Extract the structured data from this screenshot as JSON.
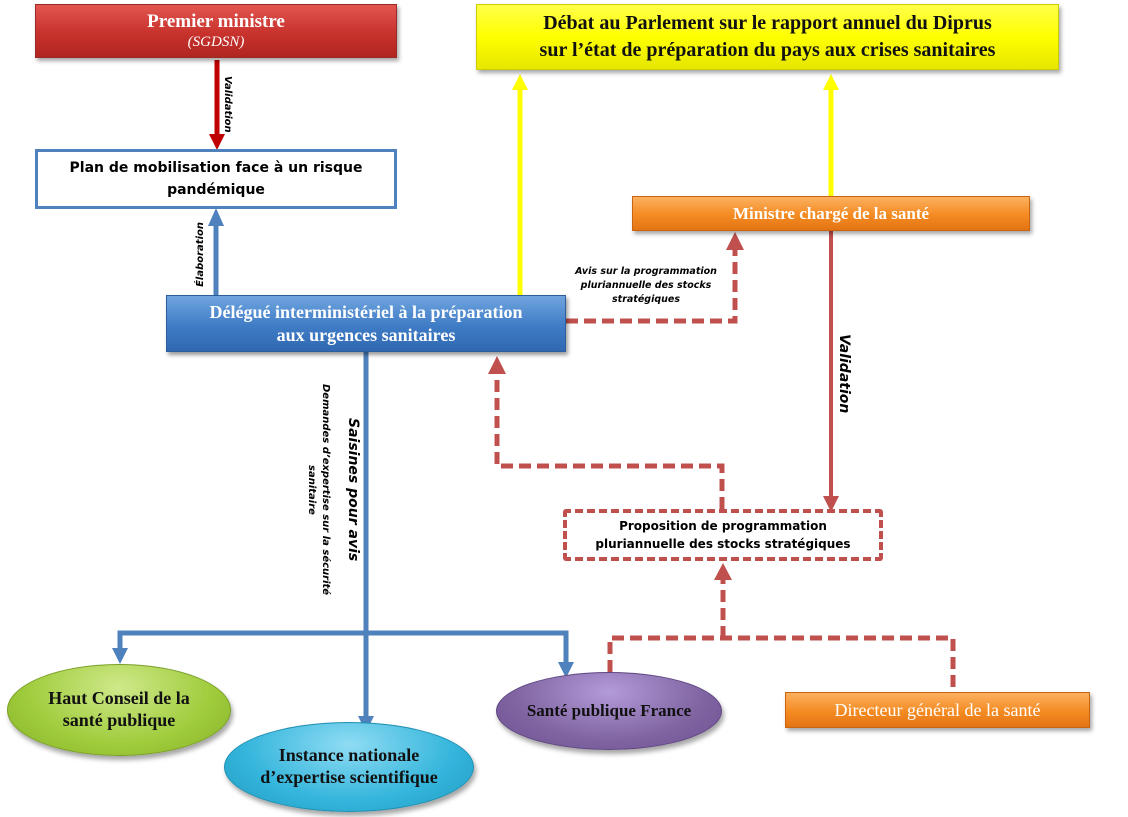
{
  "nodes": {
    "premier_ministre": {
      "title": "Premier ministre",
      "subtitle": "(SGDSN)",
      "color": "#c0504d"
    },
    "debat_parlement": {
      "line1": "Débat au Parlement sur le rapport annuel du Diprus",
      "line2": "sur l’état de préparation du pays aux crises sanitaires",
      "color": "#ffff00"
    },
    "plan_mobilisation": {
      "line1": "Plan de mobilisation face à un risque",
      "line2": "pandémique"
    },
    "ministre_sante": {
      "label": "Ministre chargé de la santé",
      "color": "#f79646"
    },
    "diprus": {
      "line1": "Délégué interministériel à la préparation",
      "line2": "aux urgences sanitaires",
      "color": "#4f81bd"
    },
    "proposition": {
      "line1": "Proposition de programmation",
      "line2": "pluriannuelle des stocks stratégiques"
    },
    "hcsp": {
      "line1": "Haut Conseil de la",
      "line2": "santé publique",
      "color": "#9bbb59"
    },
    "instance": {
      "line1": "Instance nationale",
      "line2": "d’expertise scientifique",
      "color": "#4bacc6"
    },
    "spf": {
      "label": "Santé publique France",
      "color": "#8064a2"
    },
    "dgs": {
      "label": "Directeur général de la santé",
      "color": "#f79646"
    }
  },
  "edge_labels": {
    "validation_pm": "Validation",
    "elaboration": "Élaboration",
    "avis": [
      "Avis sur la programmation",
      "pluriannuelle  des stocks",
      "stratégiques"
    ],
    "validation_ministre": "Validation",
    "saisines": "Saisines pour avis",
    "demandes": [
      "Demandes d’expertise sur la sécurité",
      "sanitaire"
    ]
  },
  "colors": {
    "link_red": "#c00000",
    "link_blue": "#4f81bd",
    "link_yellow": "#ffff00",
    "link_dashed": "#c0504d"
  }
}
